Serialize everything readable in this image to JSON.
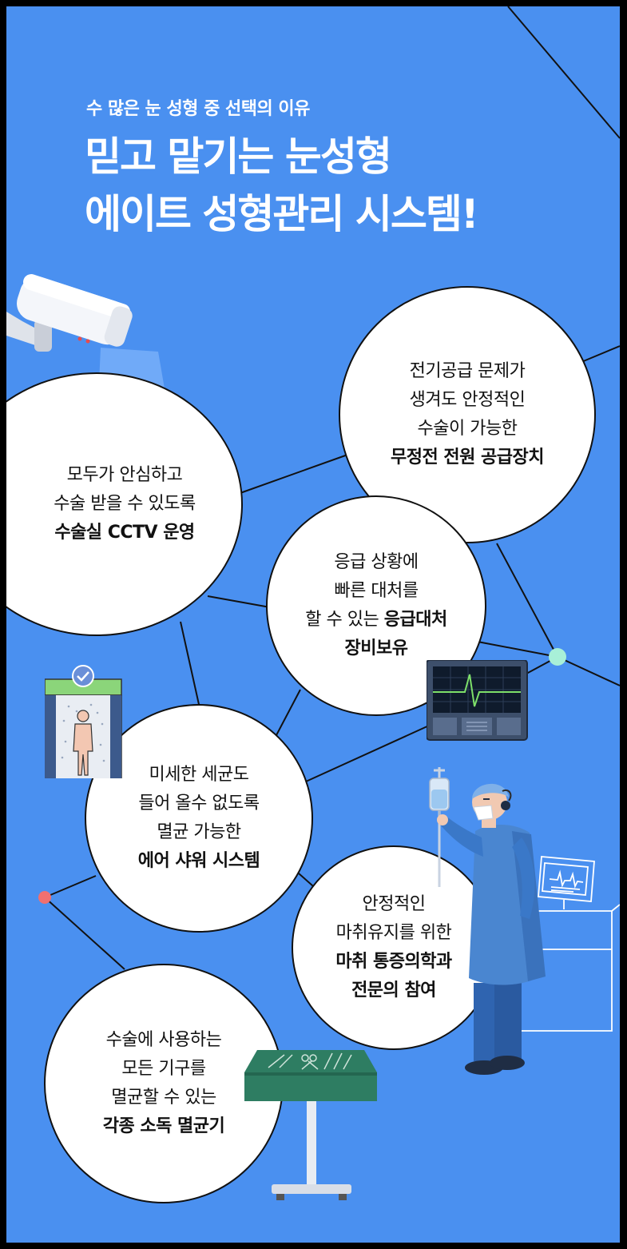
{
  "header": {
    "subtitle": "수 많은 눈 성형 중 선택의 이유",
    "title_line1": "믿고 맡기는 눈성형",
    "title_line2": "에이트 성형관리 시스템!"
  },
  "features": [
    {
      "lines": [
        "모두가 안심하고",
        "수술 받을 수 있도록"
      ],
      "bold": "수술실 CCTV 운영"
    },
    {
      "lines": [
        "전기공급 문제가",
        "생겨도 안정적인",
        "수술이 가능한"
      ],
      "bold": "무정전 전원 공급장치"
    },
    {
      "lines": [
        "응급 상황에",
        "빠른 대처를",
        "할 수 있는 "
      ],
      "bold": "응급대처",
      "bold2": "장비보유"
    },
    {
      "lines": [
        "미세한 세균도",
        "들어 올수 없도록",
        "멸균 가능한"
      ],
      "bold": "에어 샤워 시스템"
    },
    {
      "lines": [
        "안정적인",
        "마취유지를 위한"
      ],
      "bold": "마취 통증의학과",
      "bold2": "전문의 참여"
    },
    {
      "lines": [
        "수술에 사용하는",
        "모든 기구를",
        "멸균할 수 있는"
      ],
      "bold": "각종 소독 멸균기"
    }
  ],
  "colors": {
    "background": "#4a90f0",
    "frame": "#000000",
    "circle": "#ffffff",
    "node_green": "#a8f0d8",
    "node_pink": "#f07070",
    "scrubs": "#3a78c8",
    "tray": "#2e7d62"
  },
  "illustrations": [
    "cctv-camera",
    "air-shower-booth",
    "heart-monitor",
    "anesthesiologist-with-iv",
    "patient-monitor-cart",
    "sterile-instrument-tray"
  ]
}
